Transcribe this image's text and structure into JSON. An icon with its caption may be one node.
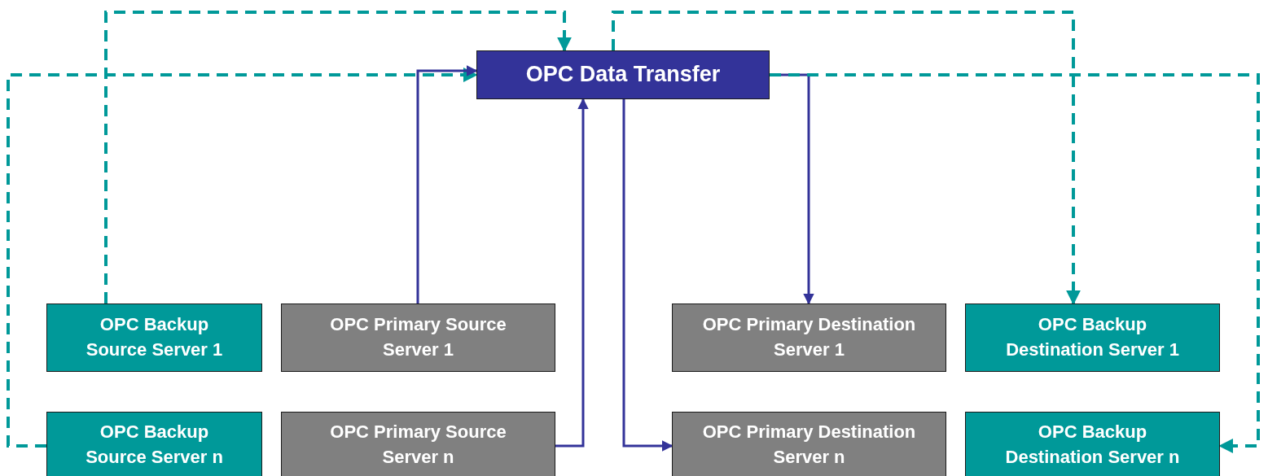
{
  "diagram": {
    "nodes": [
      {
        "text": [
          "OPC Data Transfer"
        ]
      },
      {
        "text": [
          "OPC Backup Source Server 1"
        ]
      },
      {
        "text": [
          "OPC Primary Source Server 1"
        ]
      },
      {
        "text": [
          "OPC Primary Destination Server 1"
        ]
      },
      {
        "text": [
          "OPC Backup Destination Server 1"
        ]
      },
      {
        "text": [
          "OPC Backup Source Server n"
        ]
      },
      {
        "text": [
          "OPC Primary Source Server n"
        ]
      },
      {
        "text": [
          "OPC Primary Destination Server n"
        ]
      },
      {
        "text": [
          "OPC Backup Destination Server n"
        ]
      }
    ],
    "edges": [
      {
        "from": 1,
        "to": 0,
        "arrow": "to",
        "style": "dashed",
        "color": "#009999"
      },
      {
        "from": 5,
        "to": 0,
        "arrow": "to",
        "style": "dashed",
        "color": "#009999"
      },
      {
        "from": 2,
        "to": 0,
        "arrow": "to",
        "color": "#333399"
      },
      {
        "from": 6,
        "to": 0,
        "arrow": "to",
        "color": "#333399"
      },
      {
        "from": 0,
        "to": 3,
        "arrow": "to",
        "color": "#333399"
      },
      {
        "from": 0,
        "to": 7,
        "arrow": "to",
        "color": "#333399"
      },
      {
        "from": 0,
        "to": 4,
        "arrow": "to",
        "style": "dashed",
        "color": "#009999"
      },
      {
        "from": 0,
        "to": 8,
        "arrow": "to",
        "style": "dashed",
        "color": "#009999"
      }
    ]
  }
}
